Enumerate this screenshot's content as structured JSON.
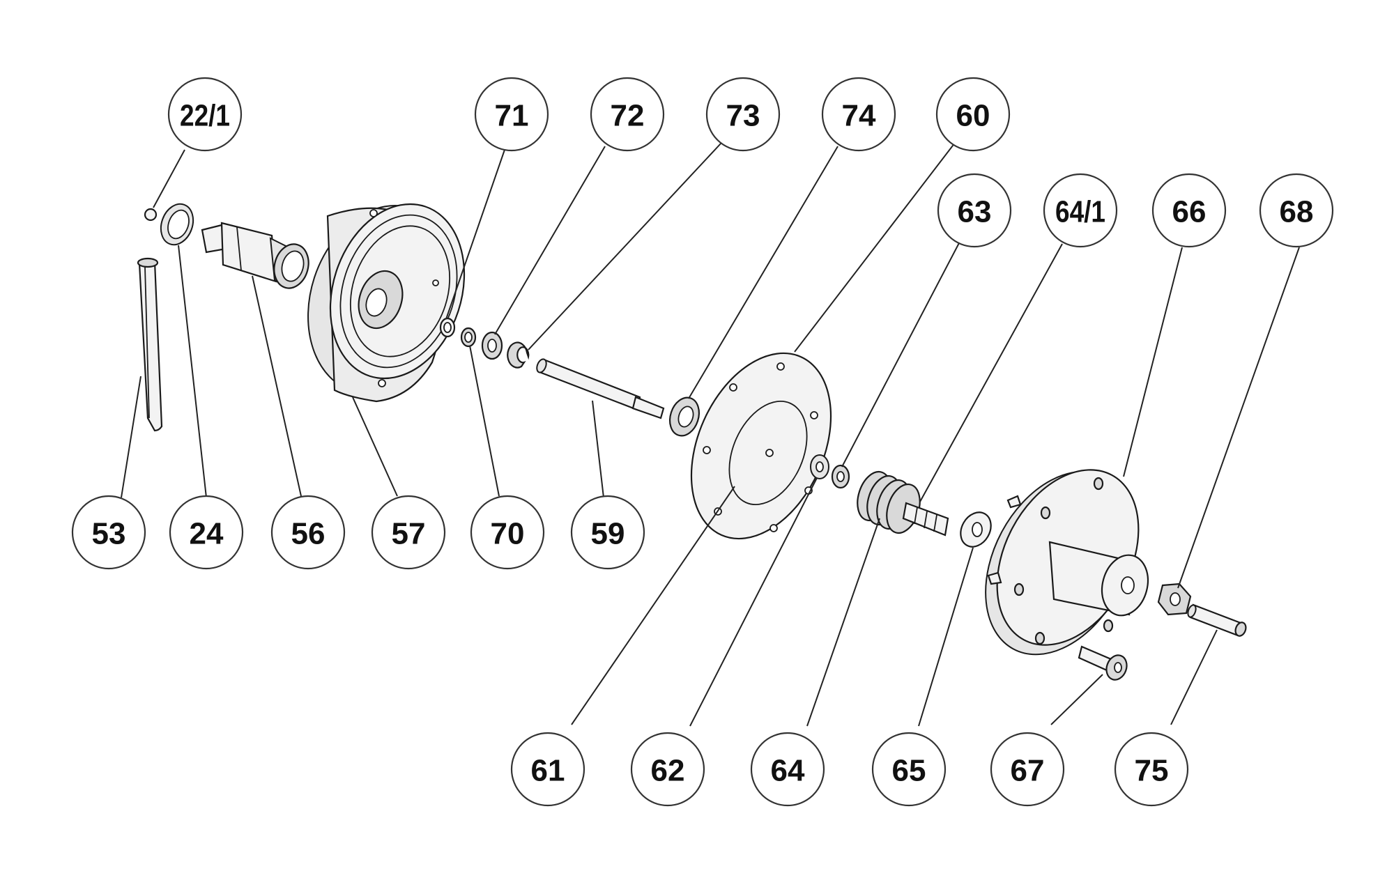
{
  "callouts": [
    {
      "id": "c-22-1",
      "label": "22/1",
      "condensed": true
    },
    {
      "id": "c-71",
      "label": "71"
    },
    {
      "id": "c-72",
      "label": "72"
    },
    {
      "id": "c-73",
      "label": "73"
    },
    {
      "id": "c-74",
      "label": "74"
    },
    {
      "id": "c-60",
      "label": "60"
    },
    {
      "id": "c-63",
      "label": "63"
    },
    {
      "id": "c-64-1",
      "label": "64/1",
      "condensed": true
    },
    {
      "id": "c-66",
      "label": "66"
    },
    {
      "id": "c-68",
      "label": "68"
    },
    {
      "id": "c-53",
      "label": "53"
    },
    {
      "id": "c-24",
      "label": "24"
    },
    {
      "id": "c-56",
      "label": "56"
    },
    {
      "id": "c-57",
      "label": "57"
    },
    {
      "id": "c-70",
      "label": "70"
    },
    {
      "id": "c-59",
      "label": "59"
    },
    {
      "id": "c-61",
      "label": "61"
    },
    {
      "id": "c-62",
      "label": "62"
    },
    {
      "id": "c-64",
      "label": "64"
    },
    {
      "id": "c-65",
      "label": "65"
    },
    {
      "id": "c-67",
      "label": "67"
    },
    {
      "id": "c-75",
      "label": "75"
    }
  ]
}
